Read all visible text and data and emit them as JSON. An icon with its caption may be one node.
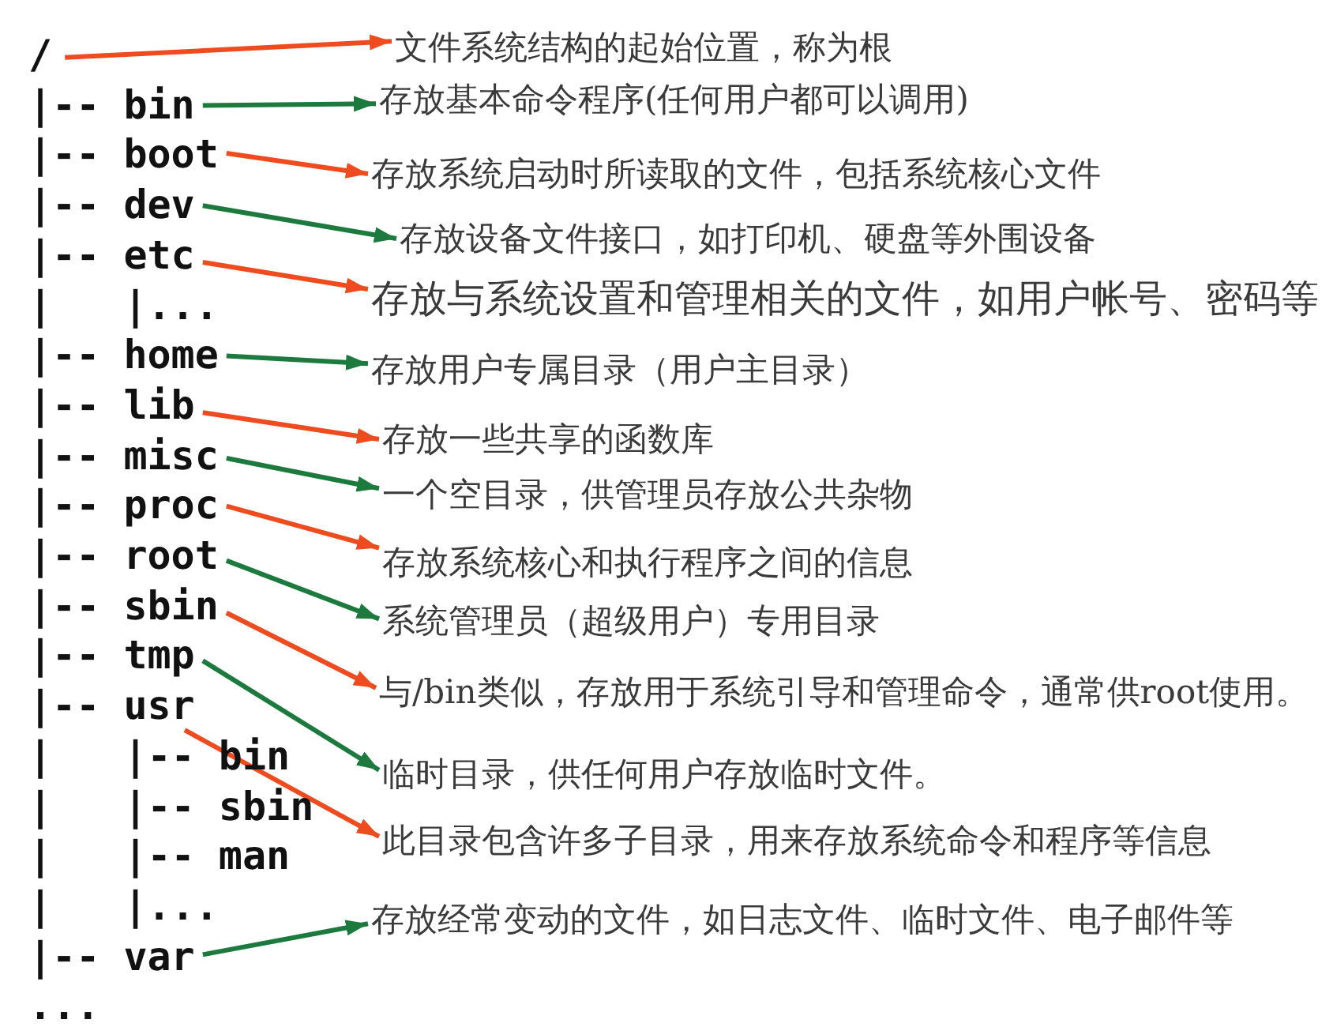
{
  "diagram": {
    "nodes": [
      {
        "text": [
          "/"
        ]
      },
      {
        "text": [
          "文件系统结构的起始位置，称为根"
        ]
      },
      {
        "text": [
          "|-- bin"
        ]
      },
      {
        "text": [
          "存放基本命令程序(任何用户都可以调用)"
        ]
      },
      {
        "text": [
          "|-- boot"
        ]
      },
      {
        "text": [
          "存放系统启动时所读取的文件，包括系统核心文件"
        ]
      },
      {
        "text": [
          "|-- dev"
        ]
      },
      {
        "text": [
          "存放设备文件接口，如打印机、硬盘等外围设备"
        ]
      },
      {
        "text": [
          "|-- etc"
        ]
      },
      {
        "text": [
          "存放与系统设置和管理相关的文件，如用户帐号、密码等"
        ]
      },
      {
        "text": [
          "|-- home"
        ]
      },
      {
        "text": [
          "存放用户专属目录（用户主目录）"
        ]
      },
      {
        "text": [
          "|-- lib"
        ]
      },
      {
        "text": [
          "存放一些共享的函数库"
        ]
      },
      {
        "text": [
          "|-- misc"
        ]
      },
      {
        "text": [
          "一个空目录，供管理员存放公共杂物"
        ]
      },
      {
        "text": [
          "|-- proc"
        ]
      },
      {
        "text": [
          "存放系统核心和执行程序之间的信息"
        ]
      },
      {
        "text": [
          "|-- root"
        ]
      },
      {
        "text": [
          "系统管理员（超级用户）专用目录"
        ]
      },
      {
        "text": [
          "|-- sbin"
        ]
      },
      {
        "text": [
          "与/bin类似，存放用于系统引导和管理命令，通常供root使用。"
        ]
      },
      {
        "text": [
          "|-- tmp"
        ]
      },
      {
        "text": [
          "临时目录，供任何用户存放临时文件。"
        ]
      },
      {
        "text": [
          "|-- usr"
        ]
      },
      {
        "text": [
          "此目录包含许多子目录，用来存放系统命令和程序等信息"
        ]
      },
      {
        "text": [
          "|-- var"
        ]
      },
      {
        "text": [
          "存放经常变动的文件，如日志文件、临时文件、电子邮件等"
        ]
      }
    ],
    "edges": [
      {
        "from": 0,
        "to": 1,
        "arrow": "to",
        "color": "#ee4b1e"
      },
      {
        "from": 2,
        "to": 3,
        "arrow": "to",
        "color": "#1c7a3e"
      },
      {
        "from": 4,
        "to": 5,
        "arrow": "to",
        "color": "#ee4b1e"
      },
      {
        "from": 6,
        "to": 7,
        "arrow": "to",
        "color": "#1c7a3e"
      },
      {
        "from": 8,
        "to": 9,
        "arrow": "to",
        "color": "#ee4b1e"
      },
      {
        "from": 10,
        "to": 11,
        "arrow": "to",
        "color": "#1c7a3e"
      },
      {
        "from": 12,
        "to": 13,
        "arrow": "to",
        "color": "#ee4b1e"
      },
      {
        "from": 14,
        "to": 15,
        "arrow": "to",
        "color": "#1c7a3e"
      },
      {
        "from": 16,
        "to": 17,
        "arrow": "to",
        "color": "#ee4b1e"
      },
      {
        "from": 18,
        "to": 19,
        "arrow": "to",
        "color": "#1c7a3e"
      },
      {
        "from": 20,
        "to": 21,
        "arrow": "to",
        "color": "#ee4b1e"
      },
      {
        "from": 22,
        "to": 23,
        "arrow": "to",
        "color": "#1c7a3e"
      },
      {
        "from": 24,
        "to": 25,
        "arrow": "to",
        "color": "#ee4b1e"
      },
      {
        "from": 26,
        "to": 27,
        "arrow": "to",
        "color": "#1c7a3e"
      }
    ],
    "labels": [
      "|   |...",
      "|   |-- bin",
      "|   |-- sbin",
      "|   |-- man",
      "|   |...",
      "..."
    ]
  }
}
